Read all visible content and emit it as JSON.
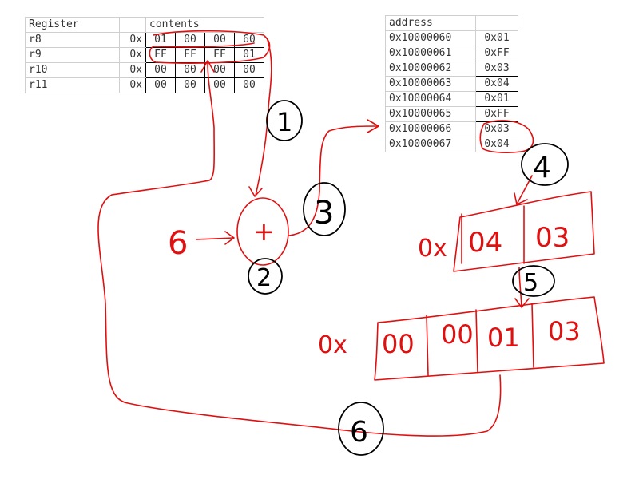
{
  "register_table": {
    "header": {
      "register": "Register",
      "contents": "contents"
    },
    "rows": [
      {
        "name": "r8",
        "prefix": "0x",
        "bytes": [
          "01",
          "00",
          "00",
          "60"
        ]
      },
      {
        "name": "r9",
        "prefix": "0x",
        "bytes": [
          "FF",
          "FF",
          "FF",
          "01"
        ]
      },
      {
        "name": "r10",
        "prefix": "0x",
        "bytes": [
          "00",
          "00",
          "00",
          "00"
        ]
      },
      {
        "name": "r11",
        "prefix": "0x",
        "bytes": [
          "00",
          "00",
          "00",
          "00"
        ]
      }
    ]
  },
  "memory_table": {
    "header": {
      "address": "address",
      "value": ""
    },
    "rows": [
      {
        "address": "0x10000060",
        "value": "0x01"
      },
      {
        "address": "0x10000061",
        "value": "0xFF"
      },
      {
        "address": "0x10000062",
        "value": "0x03"
      },
      {
        "address": "0x10000063",
        "value": "0x04"
      },
      {
        "address": "0x10000064",
        "value": "0x01"
      },
      {
        "address": "0x10000065",
        "value": "0xFF"
      },
      {
        "address": "0x10000066",
        "value": "0x03"
      },
      {
        "address": "0x10000067",
        "value": "0x04"
      }
    ]
  },
  "annotations": {
    "offset_input": "6",
    "adder_symbol": "+",
    "halfword_prefix": "0x",
    "halfword_bytes": [
      "04",
      "03"
    ],
    "word_prefix": "0x",
    "word_bytes": [
      "00",
      "00",
      "01",
      "03"
    ],
    "steps": [
      "1",
      "2",
      "3",
      "4",
      "5",
      "6"
    ]
  },
  "colors": {
    "ink": "#e01010",
    "step_circle": "#000000"
  }
}
